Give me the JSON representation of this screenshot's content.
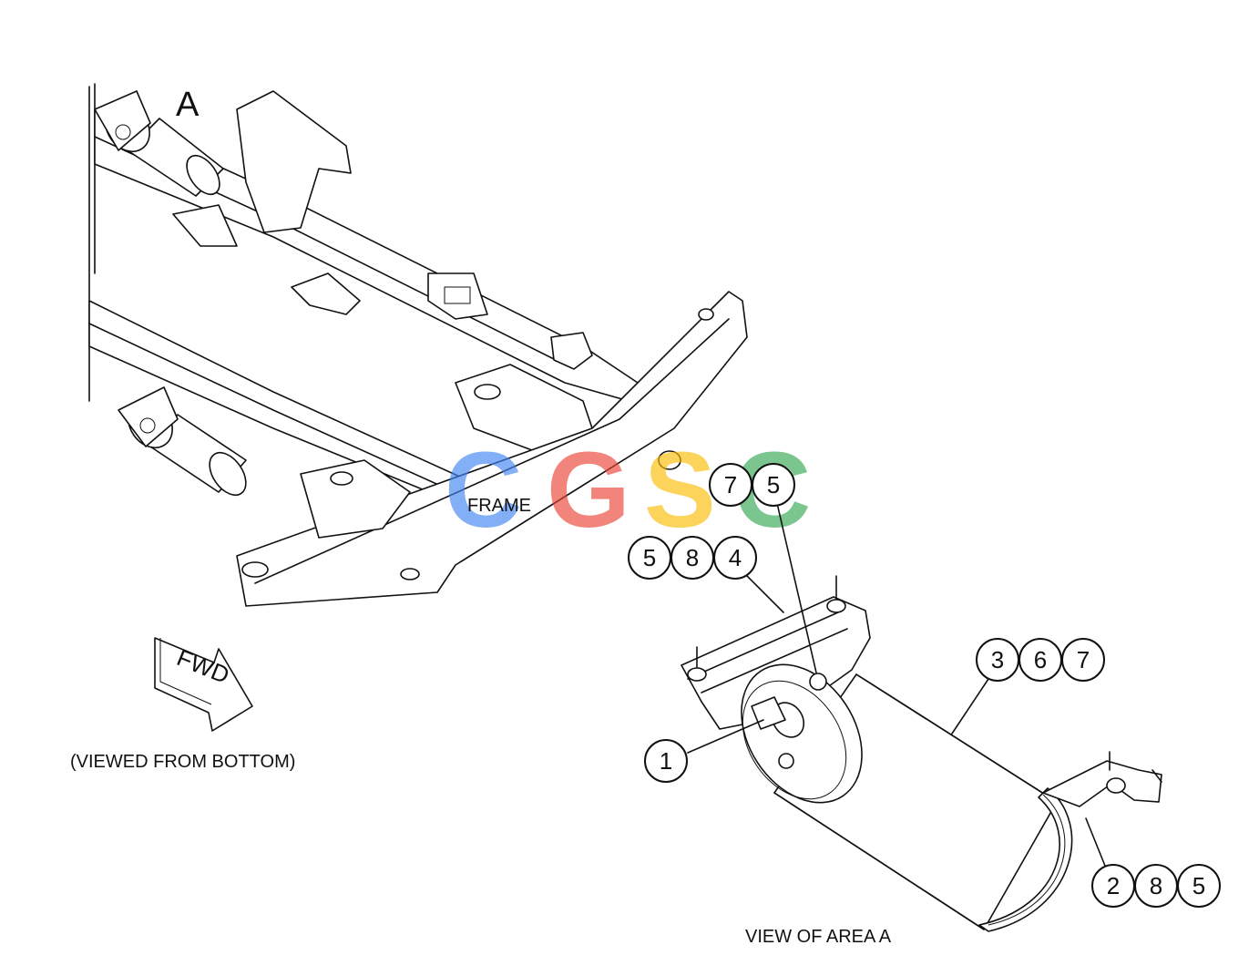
{
  "labels": {
    "area": "A",
    "frame": "FRAME",
    "fwd": "FWD",
    "viewed_from": "(VIEWED FROM BOTTOM)",
    "view_of_area": "VIEW OF AREA A"
  },
  "watermark": {
    "letters": [
      "C",
      "G",
      "S",
      "C"
    ],
    "colors": [
      "#4285F4",
      "#EA4335",
      "#FBBC05",
      "#34A853"
    ]
  },
  "callouts": {
    "top_pair": [
      "7",
      "5"
    ],
    "row_584": [
      "5",
      "8",
      "4"
    ],
    "row_367": [
      "3",
      "6",
      "7"
    ],
    "single_1": [
      "1"
    ],
    "row_285": [
      "2",
      "8",
      "5"
    ]
  }
}
